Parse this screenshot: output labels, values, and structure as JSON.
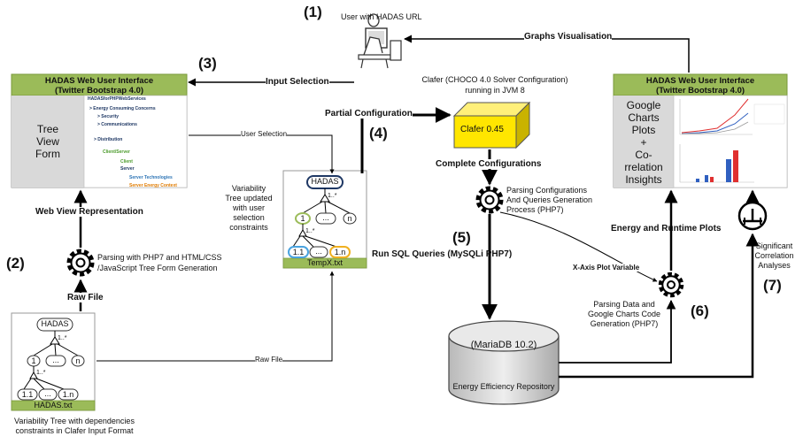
{
  "steps": [
    "(1)",
    "(2)",
    "(3)",
    "(4)",
    "(5)",
    "(6)",
    "(7)"
  ],
  "user": {
    "caption": "User with HADAS URL"
  },
  "edges": {
    "graphs_visualisation": "Graphs Visualisation",
    "input_selection": "Input Selection",
    "user_selection": "User Selection",
    "partial_configuration": "Partial Configuration",
    "complete_configurations": "Complete Configurations",
    "web_view_representation": "Web View Representation",
    "raw_file_up": "Raw File",
    "raw_file_right": "Raw File",
    "run_sql": "Run SQL Queries (MySQLi PHP7)",
    "x_axis": "X-Axis Plot Variable",
    "energy_runtime": "Energy and Runtime Plots"
  },
  "ui_left": {
    "header": [
      "HADAS Web User Interface",
      "(Twitter Bootstrap 4.0)"
    ],
    "side": [
      "Tree",
      "View",
      "Form"
    ],
    "tree": [
      "HADASforPHPWebServices",
      "> Energy Consuming Concerns",
      "> Security",
      "> Communications",
      "> Distribution",
      "Client/Server",
      "Client",
      "Server",
      "Server Technologies",
      "Server Energy Context"
    ]
  },
  "ui_right": {
    "header": [
      "HADAS Web User Interface",
      "(Twitter Bootstrap 4.0)"
    ],
    "side": [
      "Google",
      "Charts",
      "Plots",
      "+",
      "Co-",
      "rrelation",
      "Insights"
    ]
  },
  "clafer": {
    "caption": [
      "Clafer (CHOCO 4.0 Solver Configuration)",
      "running in JVM 8"
    ],
    "box_label": "Clafer 0.45"
  },
  "processes": {
    "parsing_php7": [
      "Parsing with PHP7 and HTML/CSS",
      "/JavaScript Tree Form Generation"
    ],
    "parsing_configs": [
      "Parsing Configurations",
      "And Queries Generation",
      "Process (PHP7)"
    ],
    "parsing_data": [
      "Parsing Data and",
      "Google Charts Code",
      "Generation (PHP7)"
    ]
  },
  "tempx": {
    "caption": [
      "Variability",
      "Tree updated",
      "with user",
      "selection",
      "constraints"
    ],
    "file": "TempX.txt"
  },
  "hadas_file": {
    "file": "HADAS.txt",
    "caption": [
      "Variability Tree with dependencies",
      "constraints in Clafer Input Format"
    ]
  },
  "tree_nodes": {
    "root": "HADAS",
    "n1": "1",
    "dots": "...",
    "nn": "n",
    "n11": "1.1",
    "n1n": "1.n",
    "mult": "1..*"
  },
  "database": {
    "name": "(MariaDB 10.2)",
    "label": "Energy Efficiency Repository"
  },
  "correlation": {
    "caption": [
      "Significant",
      "Correlation",
      "Analyses"
    ]
  }
}
